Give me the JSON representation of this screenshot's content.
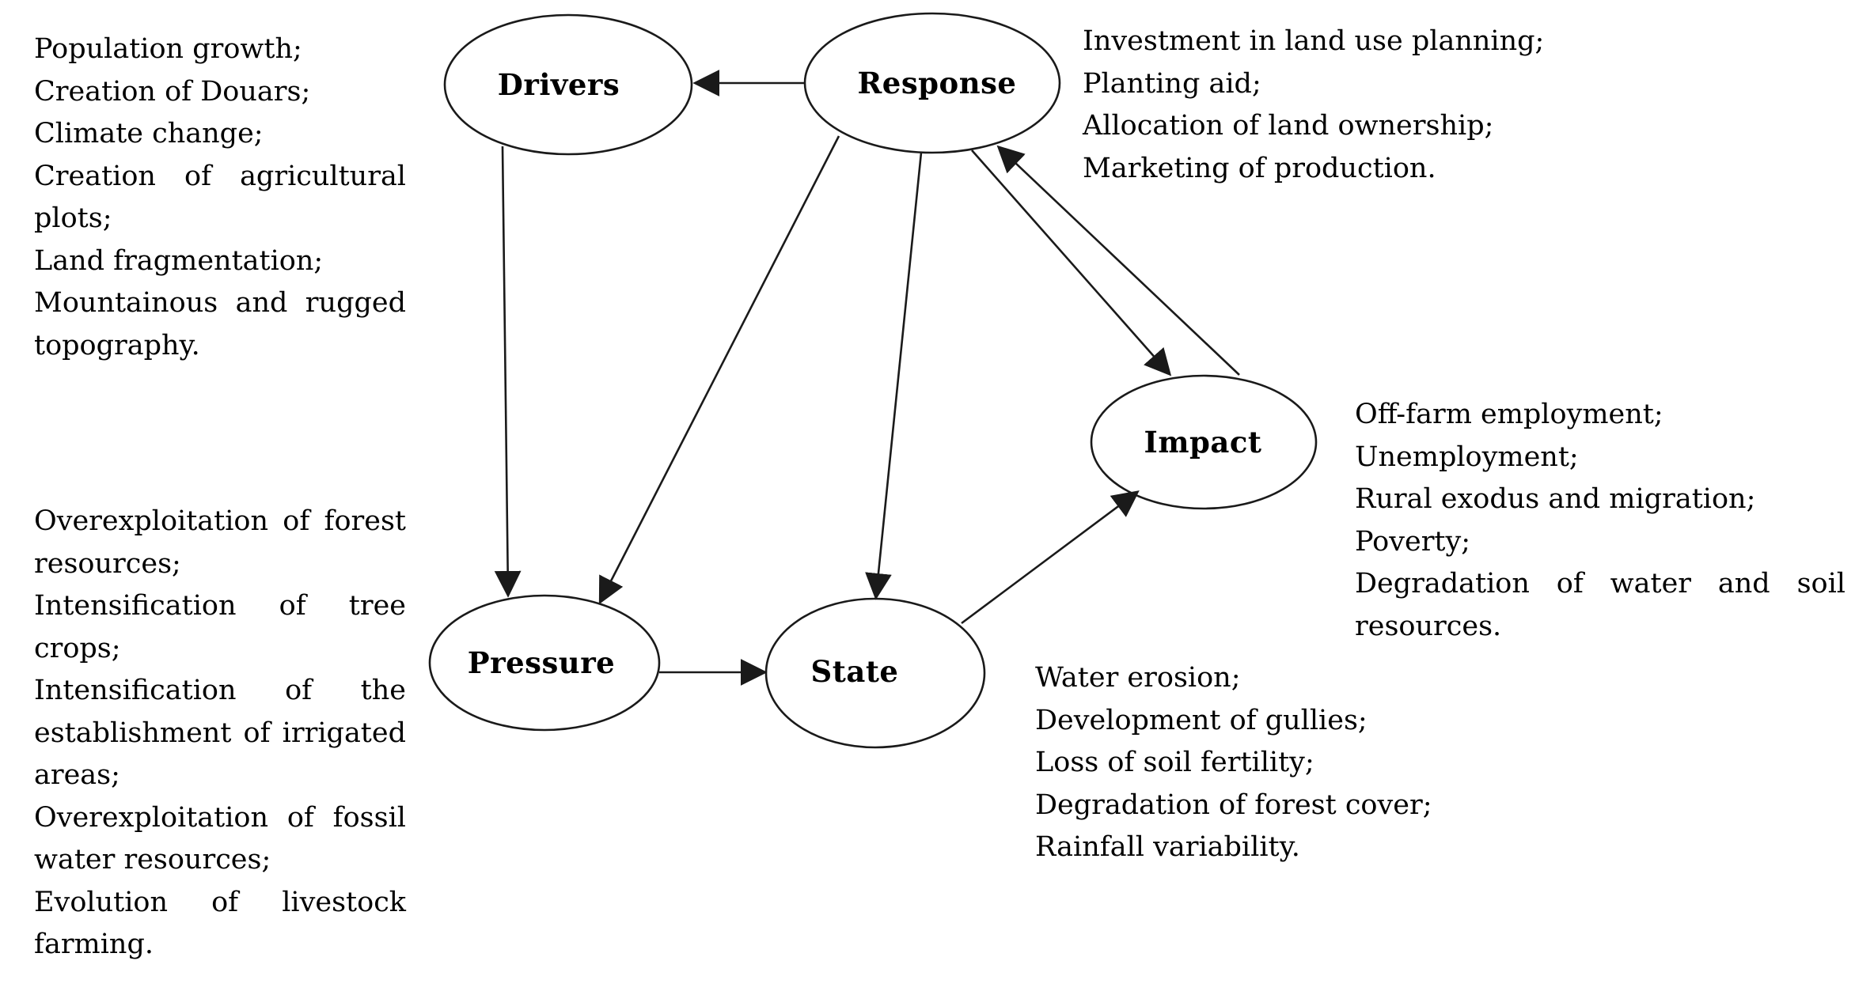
{
  "nodes": {
    "drivers": {
      "label": "Drivers"
    },
    "response": {
      "label": "Response"
    },
    "impact": {
      "label": "Impact"
    },
    "pressure": {
      "label": "Pressure"
    },
    "state": {
      "label": "State"
    }
  },
  "lists": {
    "drivers_factors": {
      "lines": [
        "Population growth;",
        "Creation of Douars;",
        "Climate change;",
        "Creation of agricultural",
        "plots;",
        "Land fragmentation;",
        "Mountainous and rugged",
        "topography."
      ]
    },
    "response_actions": {
      "lines": [
        "Investment in land use planning;",
        "Planting aid;",
        "Allocation of land ownership;",
        "Marketing of production."
      ]
    },
    "impact_effects": {
      "lines": [
        "Off-farm employment;",
        "Unemployment;",
        "Rural exodus and migration;",
        "Poverty;",
        "Degradation of water and soil",
        "resources."
      ]
    },
    "pressure_factors": {
      "lines": [
        "Overexploitation of forest",
        "resources;",
        "Intensification of tree",
        "crops;",
        "Intensification of the",
        "establishment of irrigated",
        "areas;",
        "Overexploitation of fossil",
        "water resources;",
        "Evolution of livestock",
        "farming."
      ]
    },
    "state_effects": {
      "lines": [
        "Water erosion;",
        "Development of gullies;",
        "Loss of soil fertility;",
        "Degradation of forest cover;",
        "Rainfall variability."
      ]
    }
  },
  "colors": {
    "ink": "#1a1a1a",
    "text": "#000000",
    "background": "#ffffff"
  }
}
